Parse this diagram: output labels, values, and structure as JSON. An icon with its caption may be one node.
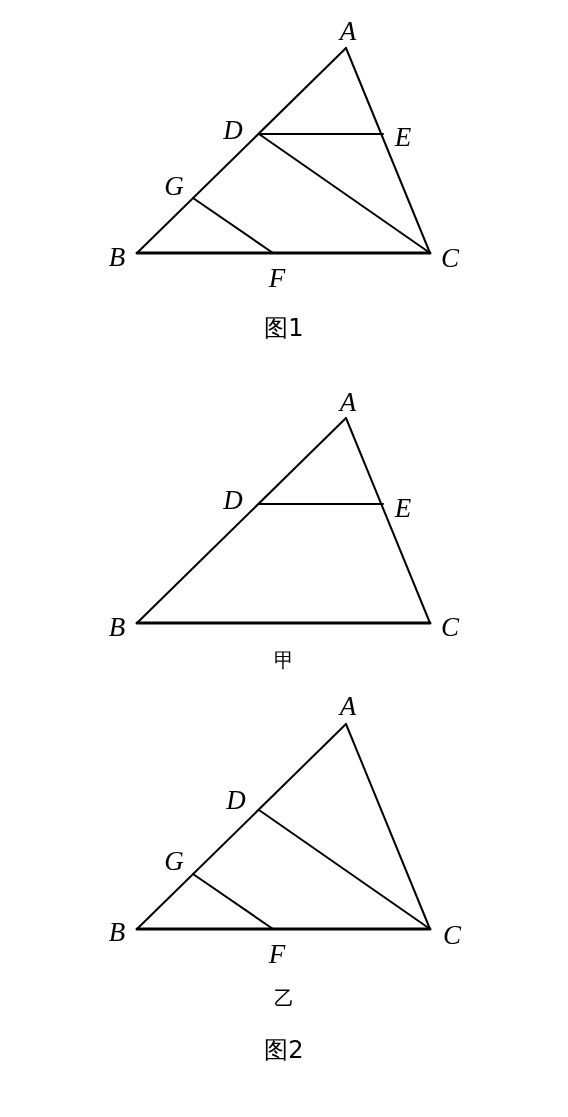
{
  "diagram": {
    "labels": [
      "A",
      "D",
      "E",
      "G",
      "B",
      "F",
      "C",
      "图1",
      "A",
      "D",
      "E",
      "B",
      "C",
      "甲",
      "A",
      "D",
      "G",
      "B",
      "F",
      "C",
      "乙",
      "图2"
    ]
  }
}
